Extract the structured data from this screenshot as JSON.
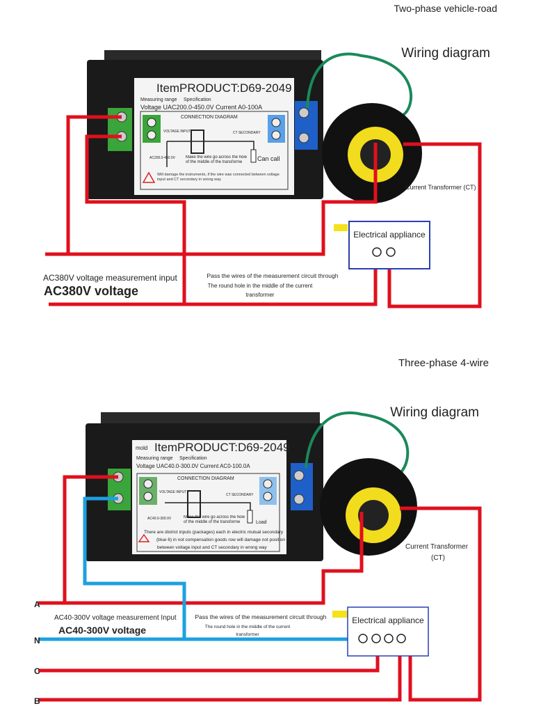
{
  "top": {
    "heading": "Two-phase vehicle-road",
    "subheading": "Wiring diagram",
    "label_product": "ItemPRODUCT:D69-2049",
    "label_measuring": "Measuring range",
    "label_spec": "Specification",
    "label_voltage": "Voltage UAC200.0-450.0V Current A0-100A",
    "label_diagram": "CONNECTION DIAGRAM",
    "label_voltage_input": "VOLTAGE INPUT",
    "label_ct_secondary": "CT SECONDARY",
    "label_range": "AC200.0-450.0V",
    "label_wire_note": "Make the wire go across the hole of the middle of the transforme",
    "label_load": "Can call",
    "label_warning": "Will damage the instruments, if the wire was connected between voltage input and CT secondary in wrong way",
    "ct_label": "Current Transformer (CT)",
    "appliance": "Electrical appliance",
    "input_label": "AC380V voltage measurement input",
    "voltage_label": "AC380V voltage",
    "pass_line1": "Pass the wires of the measurement circuit through",
    "pass_line2": "The round hole in the middle of the current",
    "pass_line3": "transformer"
  },
  "bottom": {
    "heading": "Three-phase 4-wire",
    "subheading": "Wiring diagram",
    "label_mold": "mold",
    "label_product": "ItemPRODUCT:D69-2049",
    "label_measuring": "Measuring range",
    "label_spec": "Specification",
    "label_voltage": "Voltage UAC40.0-300.0V Current AC0-100.0A",
    "label_diagram": "CONNECTION DIAGRAM",
    "label_voltage_input": "VOLTAGE INPUT",
    "label_ct_secondary": "CT SECONDARY",
    "label_range": "AC40.0-300.0V",
    "label_wire_note": "Make the wire go across the hole of the middle of the transforme",
    "label_load": "Load",
    "label_warning1": "There are district inputs (packages) each in electric mutual secondary",
    "label_warning2": "(blue 6) in not compensation goods row will damage not position",
    "label_warning3": "between voltage input and CT secondary in wrong way",
    "ct_label1": "Current Transformer",
    "ct_label2": "(CT)",
    "appliance": "Electrical appliance",
    "input_label": "AC40-300V voltage measurement Input",
    "voltage_label": "AC40-300V voltage",
    "pass_line1": "Pass the wires of the measurement circuit through",
    "pass_line2": "The round hole in the middle of the current",
    "pass_line3": "transformer",
    "line_a": "A",
    "line_n": "N",
    "line_c": "C",
    "line_b": "B"
  },
  "colors": {
    "wire_live": "#e0101e",
    "wire_neutral": "#1ea0e0",
    "terminal_voltage": "#3aa53a",
    "terminal_ct": "#1f5fc8",
    "ct_core": "#f2dc1e",
    "device_body": "#1a1a1a"
  }
}
